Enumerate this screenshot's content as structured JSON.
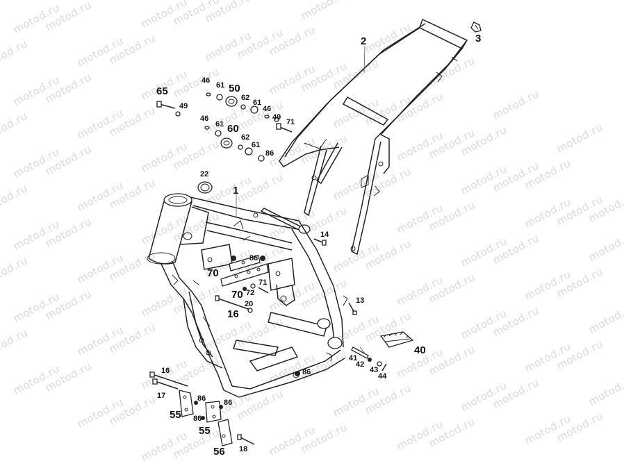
{
  "watermark": "motod.ru",
  "callouts": {
    "c1": "1",
    "c2": "2",
    "c3": "3",
    "c13": "13",
    "c14": "14",
    "c16a": "16",
    "c16b": "16",
    "c17": "17",
    "c18": "18",
    "c20": "20",
    "c22": "22",
    "c40": "40",
    "c41": "41",
    "c42": "42",
    "c43": "43",
    "c44": "44",
    "c46a": "46",
    "c46b": "46",
    "c46c": "46",
    "c49a": "49",
    "c49b": "49",
    "c50": "50",
    "c55a": "55",
    "c55b": "55",
    "c56": "56",
    "c60": "60",
    "c61a": "61",
    "c61b": "61",
    "c61c": "61",
    "c61d": "61",
    "c62a": "62",
    "c62b": "62",
    "c65": "65",
    "c70a": "70",
    "c70b": "70",
    "c71a": "71",
    "c71b": "71",
    "c72": "72",
    "c86a": "86",
    "c86b": "86",
    "c86c": "86",
    "c86d": "86",
    "c86e": "86",
    "c86f": "86"
  }
}
